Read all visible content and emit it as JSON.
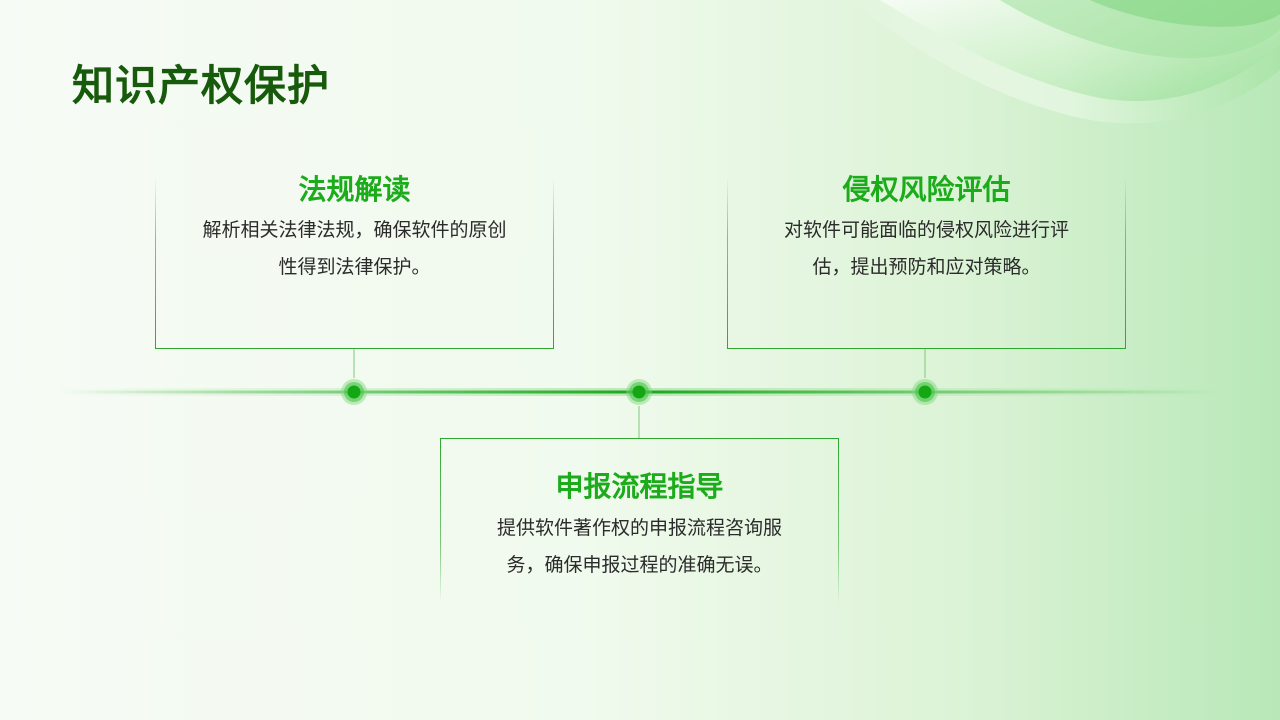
{
  "slide": {
    "title": "知识产权保护"
  },
  "items": [
    {
      "title": "法规解读",
      "text": "解析相关法律法规，确保软件的原创性得到法律保护。"
    },
    {
      "title": "申报流程指导",
      "text": "提供软件著作权的申报流程咨询服务，确保申报过程的准确无误。"
    },
    {
      "title": "侵权风险评估",
      "text": "对软件可能面临的侵权风险进行评估，提出预防和应对策略。"
    }
  ],
  "colors": {
    "title": "#185a0c",
    "accent": "#1bab1b",
    "node": "#13a813",
    "text": "#2b2b2b"
  }
}
